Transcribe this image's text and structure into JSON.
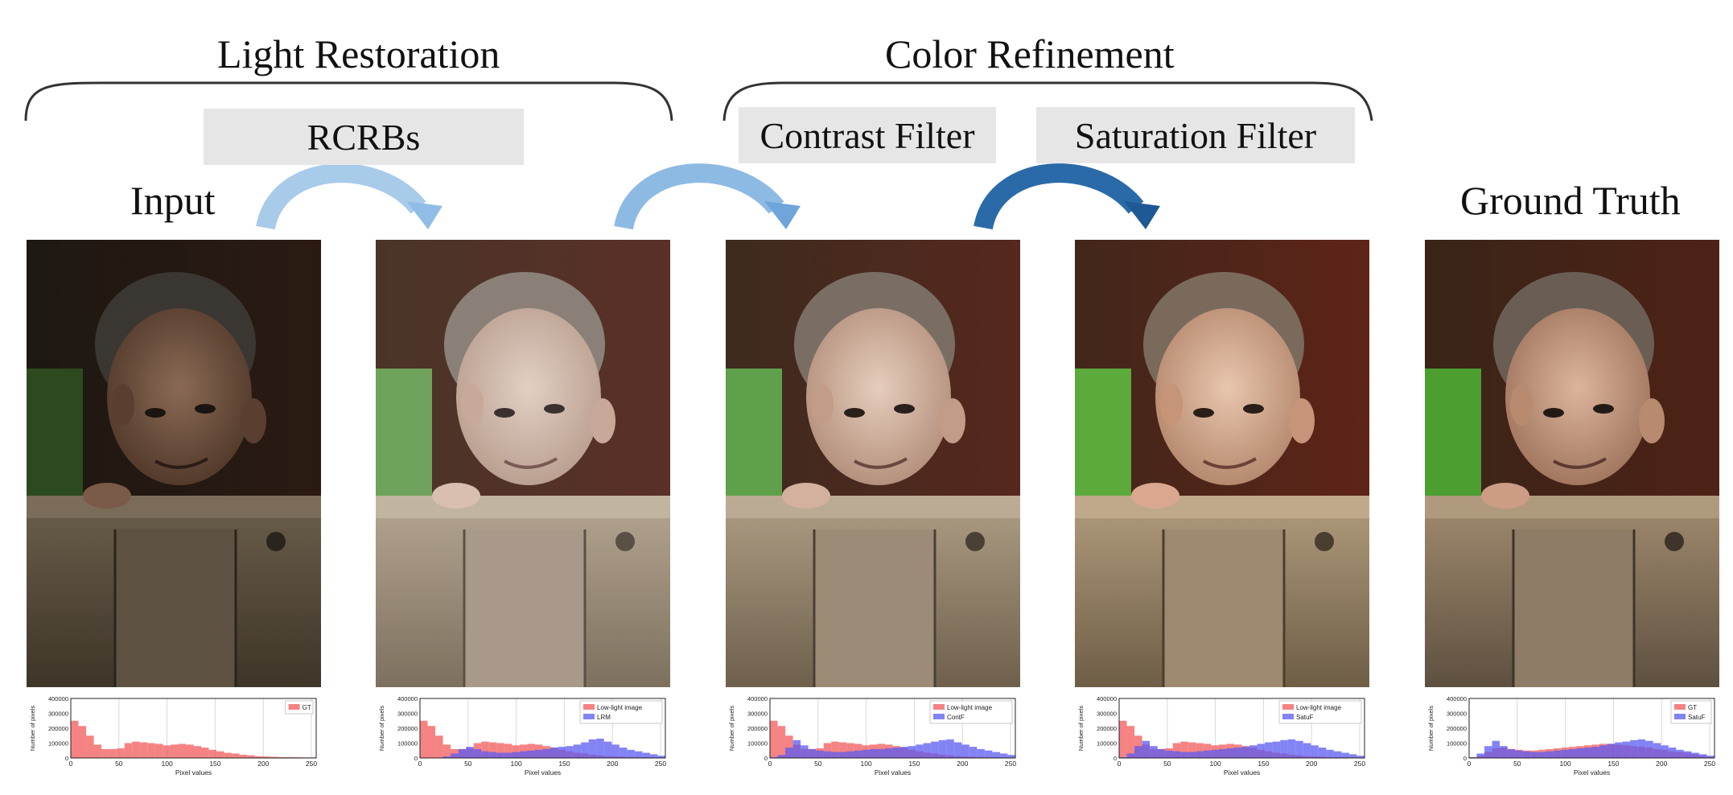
{
  "groups": {
    "light_restoration": "Light Restoration",
    "color_refinement": "Color Refinement"
  },
  "stages": {
    "rcrbs": "RCRBs",
    "contrast_filter": "Contrast Filter",
    "saturation_filter": "Saturation Filter"
  },
  "labels": {
    "input": "Input",
    "ground_truth": "Ground Truth"
  },
  "arrow_colors": [
    "#a9cbea",
    "#7fb1e0",
    "#2a6aa8"
  ],
  "photos": [
    {
      "name": "input",
      "tone": "dark"
    },
    {
      "name": "rcrbs-output",
      "tone": "bright-washed"
    },
    {
      "name": "contrast-output",
      "tone": "bright-contrast"
    },
    {
      "name": "saturation-output",
      "tone": "bright-saturated"
    },
    {
      "name": "ground-truth",
      "tone": "reference"
    }
  ],
  "chart_data": [
    {
      "type": "bar",
      "title": "",
      "xlabel": "Pixel values",
      "ylabel": "Number of pixels",
      "xlim": [
        0,
        255
      ],
      "ylim": [
        0,
        400000
      ],
      "xticks": [
        "0",
        "50",
        "100",
        "150",
        "200",
        "250"
      ],
      "yticks": [
        "0",
        "100000",
        "200000",
        "300000",
        "400000"
      ],
      "legend_position": "top-right",
      "series": [
        {
          "name": "GT",
          "color": "#f25a5a",
          "values": [
            250000,
            215000,
            150000,
            90000,
            60000,
            60000,
            65000,
            100000,
            110000,
            105000,
            100000,
            95000,
            85000,
            90000,
            95000,
            90000,
            80000,
            70000,
            55000,
            45000,
            35000,
            30000,
            22000,
            18000,
            12000,
            10000,
            8000,
            6000,
            6000,
            5000,
            4000,
            4000
          ]
        }
      ]
    },
    {
      "type": "bar",
      "title": "",
      "xlabel": "Pixel values",
      "ylabel": "Number of pixels",
      "xlim": [
        0,
        255
      ],
      "ylim": [
        0,
        400000
      ],
      "xticks": [
        "0",
        "50",
        "100",
        "150",
        "200",
        "250"
      ],
      "yticks": [
        "0",
        "100000",
        "200000",
        "300000",
        "400000"
      ],
      "legend_position": "top-right",
      "series": [
        {
          "name": "Low-light image",
          "color": "#f25a5a",
          "values": [
            250000,
            215000,
            150000,
            90000,
            60000,
            60000,
            65000,
            100000,
            110000,
            105000,
            100000,
            95000,
            85000,
            90000,
            95000,
            90000,
            80000,
            70000,
            55000,
            45000,
            35000,
            30000,
            22000,
            18000,
            12000,
            10000,
            8000,
            6000,
            6000,
            5000,
            4000,
            4000
          ]
        },
        {
          "name": "LRM",
          "color": "#5a5af2",
          "values": [
            0,
            0,
            0,
            10000,
            30000,
            60000,
            75000,
            60000,
            45000,
            40000,
            35000,
            35000,
            40000,
            45000,
            50000,
            55000,
            60000,
            70000,
            75000,
            80000,
            90000,
            105000,
            125000,
            130000,
            110000,
            90000,
            70000,
            55000,
            45000,
            35000,
            25000,
            15000
          ]
        }
      ]
    },
    {
      "type": "bar",
      "title": "",
      "xlabel": "Pixel values",
      "ylabel": "Number of pixels",
      "xlim": [
        0,
        255
      ],
      "ylim": [
        0,
        400000
      ],
      "xticks": [
        "0",
        "50",
        "100",
        "150",
        "200",
        "250"
      ],
      "yticks": [
        "0",
        "100000",
        "200000",
        "300000",
        "400000"
      ],
      "legend_position": "top-right",
      "series": [
        {
          "name": "Low-light image",
          "color": "#f25a5a",
          "values": [
            250000,
            215000,
            150000,
            90000,
            60000,
            60000,
            65000,
            100000,
            110000,
            105000,
            100000,
            95000,
            85000,
            90000,
            95000,
            90000,
            80000,
            70000,
            55000,
            45000,
            35000,
            30000,
            22000,
            18000,
            12000,
            10000,
            8000,
            6000,
            6000,
            5000,
            4000,
            4000
          ]
        },
        {
          "name": "ContF",
          "color": "#5a5af2",
          "values": [
            5000,
            20000,
            70000,
            120000,
            85000,
            60000,
            50000,
            45000,
            40000,
            40000,
            45000,
            50000,
            55000,
            60000,
            60000,
            65000,
            70000,
            75000,
            80000,
            90000,
            100000,
            110000,
            120000,
            125000,
            105000,
            90000,
            75000,
            60000,
            50000,
            40000,
            30000,
            20000
          ]
        }
      ]
    },
    {
      "type": "bar",
      "title": "",
      "xlabel": "Pixel values",
      "ylabel": "Number of pixels",
      "xlim": [
        0,
        255
      ],
      "ylim": [
        0,
        400000
      ],
      "xticks": [
        "0",
        "50",
        "100",
        "150",
        "200",
        "250"
      ],
      "yticks": [
        "0",
        "100000",
        "200000",
        "300000",
        "400000"
      ],
      "legend_position": "top-right",
      "series": [
        {
          "name": "Low-light image",
          "color": "#f25a5a",
          "values": [
            250000,
            215000,
            150000,
            90000,
            60000,
            60000,
            65000,
            100000,
            110000,
            105000,
            100000,
            95000,
            85000,
            90000,
            95000,
            90000,
            80000,
            70000,
            55000,
            45000,
            35000,
            30000,
            22000,
            18000,
            12000,
            10000,
            8000,
            6000,
            6000,
            5000,
            4000,
            4000
          ]
        },
        {
          "name": "SatuF",
          "color": "#5a5af2",
          "values": [
            5000,
            30000,
            80000,
            115000,
            80000,
            60000,
            50000,
            45000,
            40000,
            40000,
            45000,
            50000,
            55000,
            60000,
            65000,
            70000,
            75000,
            85000,
            95000,
            105000,
            110000,
            120000,
            125000,
            115000,
            100000,
            85000,
            70000,
            55000,
            45000,
            35000,
            25000,
            15000
          ]
        }
      ]
    },
    {
      "type": "bar",
      "title": "",
      "xlabel": "Pixel values",
      "ylabel": "Number of pixels",
      "xlim": [
        0,
        255
      ],
      "ylim": [
        0,
        400000
      ],
      "xticks": [
        "0",
        "50",
        "100",
        "150",
        "200",
        "250"
      ],
      "yticks": [
        "0",
        "100000",
        "200000",
        "300000",
        "400000"
      ],
      "legend_position": "top-right",
      "series": [
        {
          "name": "GT",
          "color": "#f25a5a",
          "values": [
            5000,
            15000,
            40000,
            65000,
            70000,
            60000,
            55000,
            50000,
            50000,
            55000,
            60000,
            65000,
            70000,
            75000,
            80000,
            85000,
            90000,
            95000,
            95000,
            90000,
            85000,
            80000,
            75000,
            70000,
            60000,
            55000,
            45000,
            40000,
            35000,
            25000,
            15000,
            8000
          ]
        },
        {
          "name": "SatuF",
          "color": "#5a5af2",
          "values": [
            5000,
            30000,
            80000,
            115000,
            80000,
            60000,
            50000,
            45000,
            40000,
            40000,
            45000,
            50000,
            55000,
            60000,
            65000,
            70000,
            75000,
            85000,
            95000,
            105000,
            110000,
            120000,
            125000,
            115000,
            100000,
            85000,
            70000,
            55000,
            45000,
            35000,
            25000,
            15000
          ]
        }
      ]
    }
  ]
}
